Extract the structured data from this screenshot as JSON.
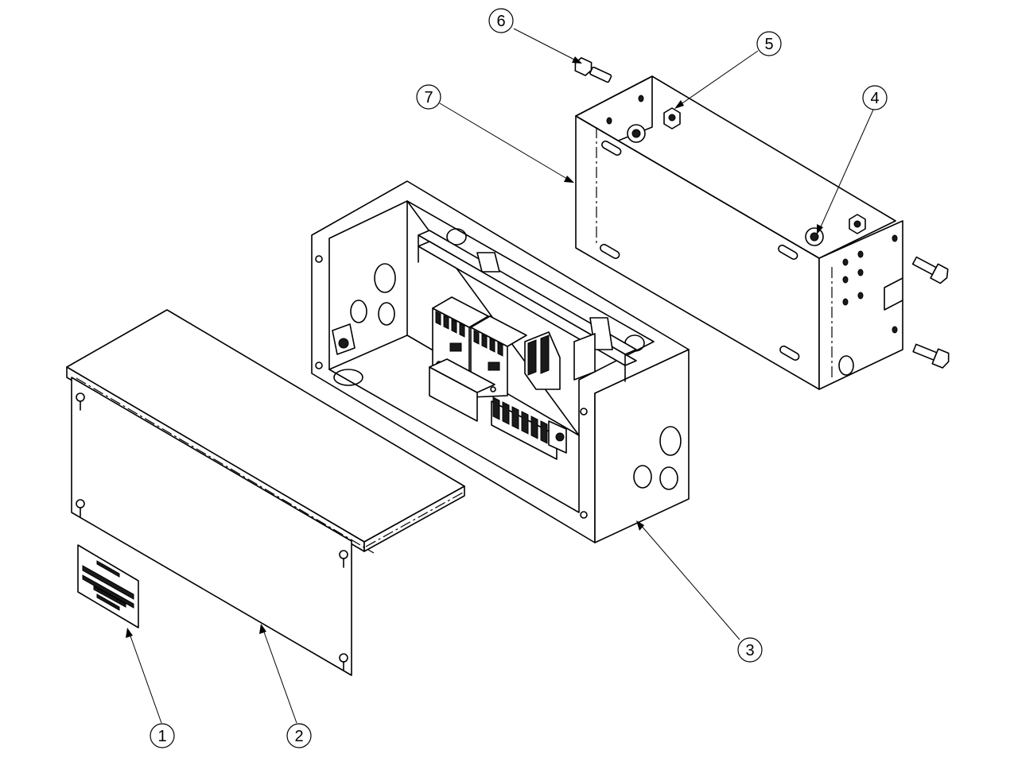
{
  "balloons": [
    {
      "id": "1",
      "label": "1",
      "part": "label-plate"
    },
    {
      "id": "2",
      "label": "2",
      "part": "cover"
    },
    {
      "id": "3",
      "label": "3",
      "part": "enclosure"
    },
    {
      "id": "4",
      "label": "4",
      "part": "washer"
    },
    {
      "id": "5",
      "label": "5",
      "part": "nut"
    },
    {
      "id": "6",
      "label": "6",
      "part": "bolt"
    },
    {
      "id": "7",
      "label": "7",
      "part": "mounting-bracket"
    }
  ]
}
